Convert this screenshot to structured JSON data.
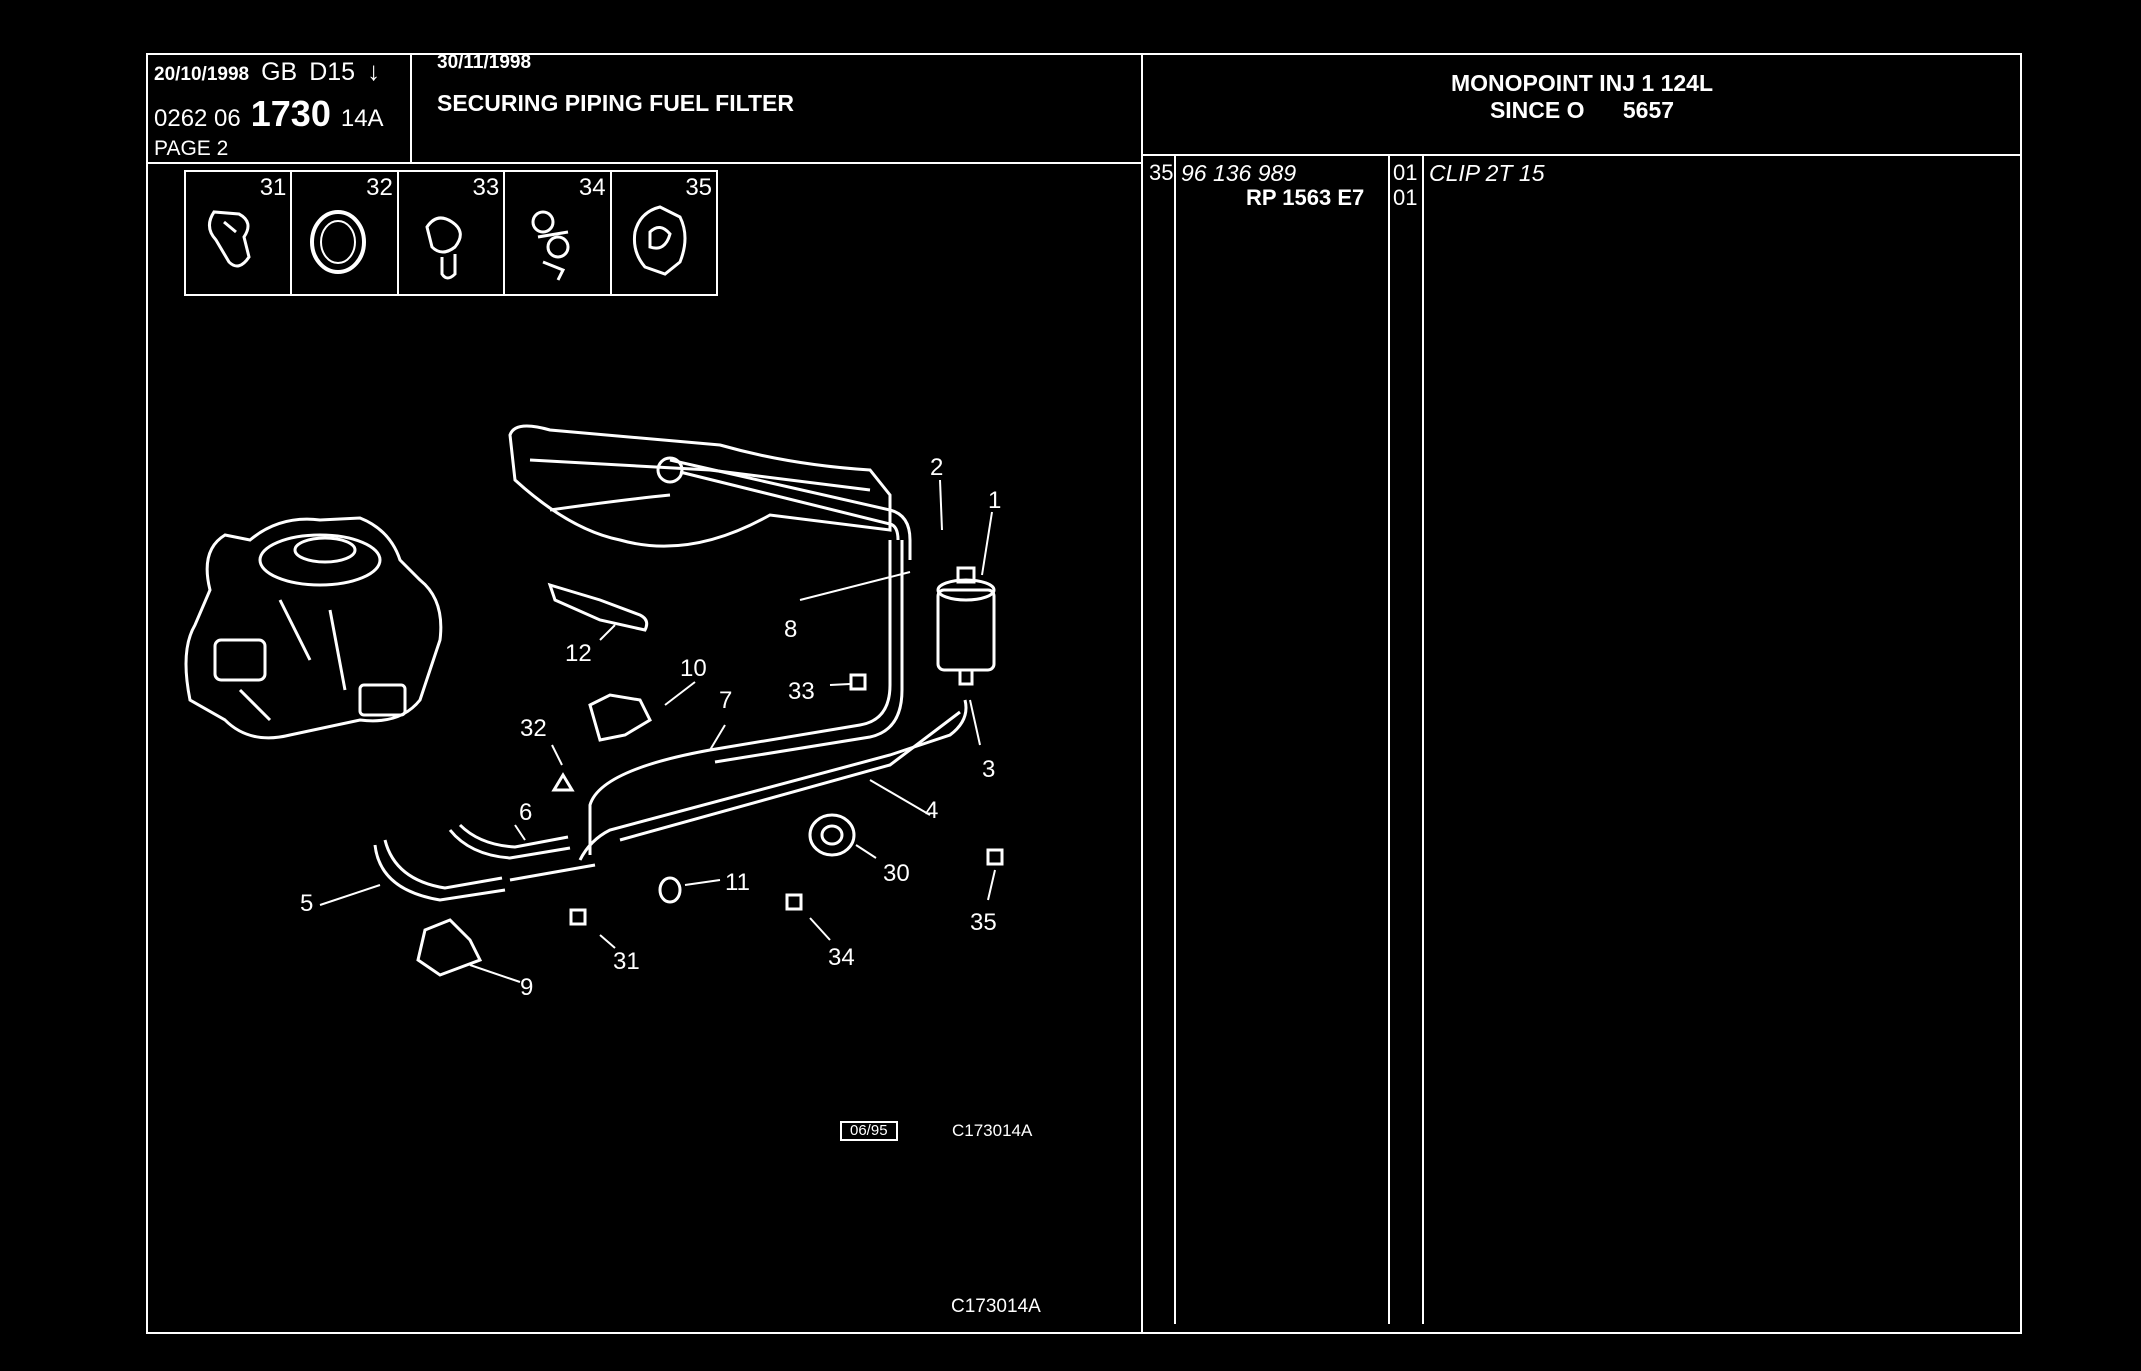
{
  "header": {
    "date_left": "20/10/1998",
    "region": "GB",
    "code": "D15",
    "arrow": "↓",
    "ref_prefix": "0262 06",
    "ref_main": "1730",
    "ref_suffix": "14A",
    "page": "PAGE 2",
    "date_right": "30/11/1998",
    "title": "SECURING PIPING FUEL FILTER",
    "model_line1": "MONOPOINT INJ 1 124L",
    "model_line2": "SINCE O      5657"
  },
  "thumbnails": [
    {
      "num": "31"
    },
    {
      "num": "32"
    },
    {
      "num": "33"
    },
    {
      "num": "34"
    },
    {
      "num": "35"
    }
  ],
  "parts": [
    {
      "item": "35",
      "part_no": "96 136 989",
      "qty": "01",
      "desc": "CLIP 2T 15"
    },
    {
      "item": "",
      "part_no": "RP  1563 E7",
      "qty": "01",
      "desc": ""
    }
  ],
  "diagram": {
    "callouts": [
      "1",
      "2",
      "3",
      "4",
      "5",
      "6",
      "7",
      "8",
      "9",
      "10",
      "11",
      "12",
      "30",
      "31",
      "32",
      "33",
      "34",
      "35"
    ],
    "stamp": "06/95",
    "ref_code": "C173014A",
    "footer_code": "C173014A"
  },
  "colors": {
    "background": "#000000",
    "lines": "#ffffff"
  }
}
